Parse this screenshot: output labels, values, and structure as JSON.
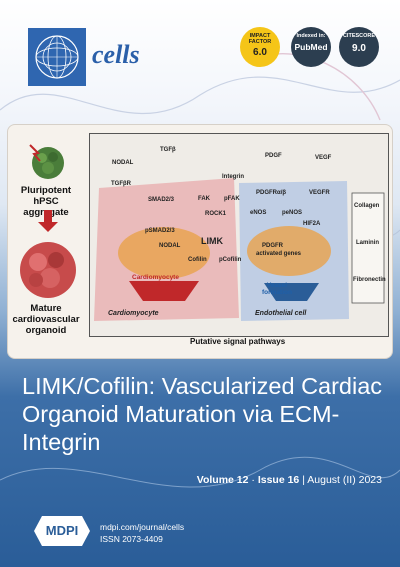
{
  "journal": {
    "name": "cells"
  },
  "badges": [
    {
      "title_line1": "IMPACT",
      "title_line2": "FACTOR",
      "value": "6.0",
      "color": "#f5c518"
    },
    {
      "title_line1": "Indexed in:",
      "title_line2": "",
      "value": "PubMed",
      "color": "#2c3e50"
    },
    {
      "title_line1": "CITESCORE",
      "title_line2": "",
      "value": "9.0",
      "color": "#2c3e50"
    }
  ],
  "figure": {
    "left_top": "Pluripotent\nhPSC aggregate",
    "left_bottom": "Mature\ncardiovascular\norganoid",
    "caption": "Putative signal pathways",
    "labels": {
      "nodal": "NODAL",
      "tgfb": "TGFβ",
      "tgfbr": "TGFβR",
      "integrin": "Integrin",
      "pdgf": "PDGF",
      "vegf": "VEGF",
      "smad": "SMAD2/3",
      "psmad": "pSMAD2/3",
      "nodal2": "NODAL",
      "fak": "FAK",
      "pfak": "pFAK",
      "pdgfr": "PDGFRα/β",
      "vegfr": "VEGFR",
      "rock": "ROCK1",
      "enos": "eNOS",
      "penos": "peNOS",
      "hif": "HIF2A",
      "limk": "LIMK",
      "cofilin": "Cofilin",
      "pcofilin": "pCofilin",
      "pdgfr_act": "PDGFR",
      "activated": "activated genes",
      "cm_mat": "Cardiomyocyte\nmaturation",
      "vessel": "Vessel\nformation",
      "cardiomyocyte": "Cardiomyocyte",
      "endothelial": "Endothelial cell",
      "collagen": "Collagen",
      "laminin": "Laminin",
      "fibronectin": "Fibronectin"
    }
  },
  "title": "LIMK/Cofilin: Vascularized Cardiac Organoid Maturation via ECM-Integrin",
  "issue": {
    "volume": "Volume 12",
    "sep": "·",
    "issue": "Issue 16",
    "date": "August (II) 2023"
  },
  "publisher": {
    "logo": "MDPI",
    "url": "mdpi.com/journal/cells",
    "issn": "ISSN 2073-4409"
  }
}
